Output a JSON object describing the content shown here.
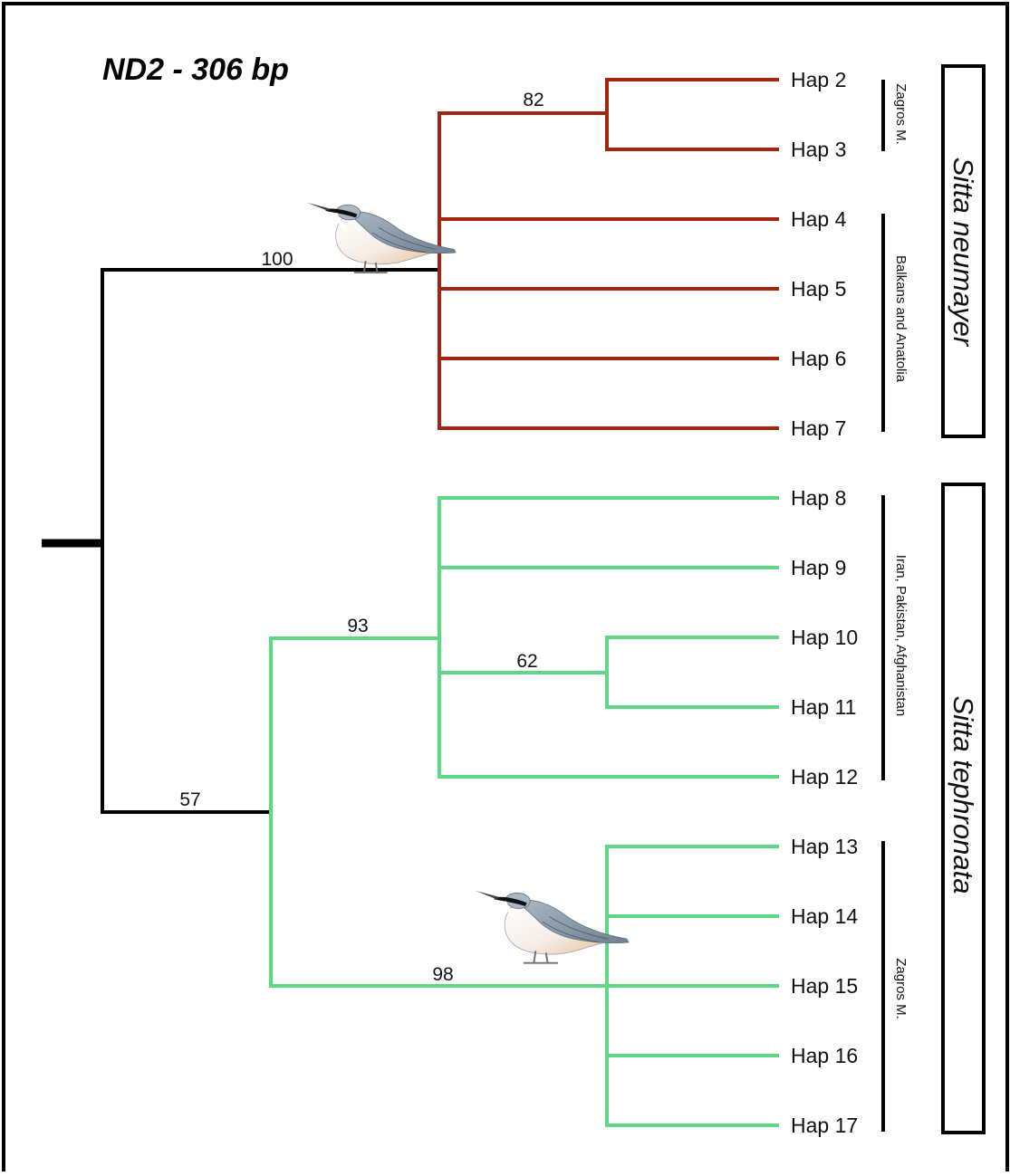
{
  "title": "ND2 - 306 bp",
  "colors": {
    "root": "#000000",
    "neumayer": "#a3250f",
    "tephronata": "#5dd985",
    "frame": "#000000"
  },
  "tips": [
    "Hap 2",
    "Hap 3",
    "Hap 4",
    "Hap 5",
    "Hap 6",
    "Hap 7",
    "Hap 8",
    "Hap 9",
    "Hap 10",
    "Hap 11",
    "Hap 12",
    "Hap 13",
    "Hap 14",
    "Hap 15",
    "Hap 16",
    "Hap 17"
  ],
  "support_values": {
    "neumayer_clade": "100",
    "hap2_hap3": "82",
    "tephronata_clade": "57",
    "iran_group": "93",
    "hap10_hap11": "62",
    "zagros_group": "98"
  },
  "regions": {
    "zagros_top": "Zagros M.",
    "balkans": "Balkans and Anatolia",
    "iran": "Iran, Pakistan, Afghanistan",
    "zagros_bottom": "Zagros M."
  },
  "species": {
    "neumayer": "Sitta neumayer",
    "tephronata": "Sitta tephronata"
  },
  "icons": {
    "bird_top": "nuthatch-illustration",
    "bird_bottom": "nuthatch-illustration"
  }
}
